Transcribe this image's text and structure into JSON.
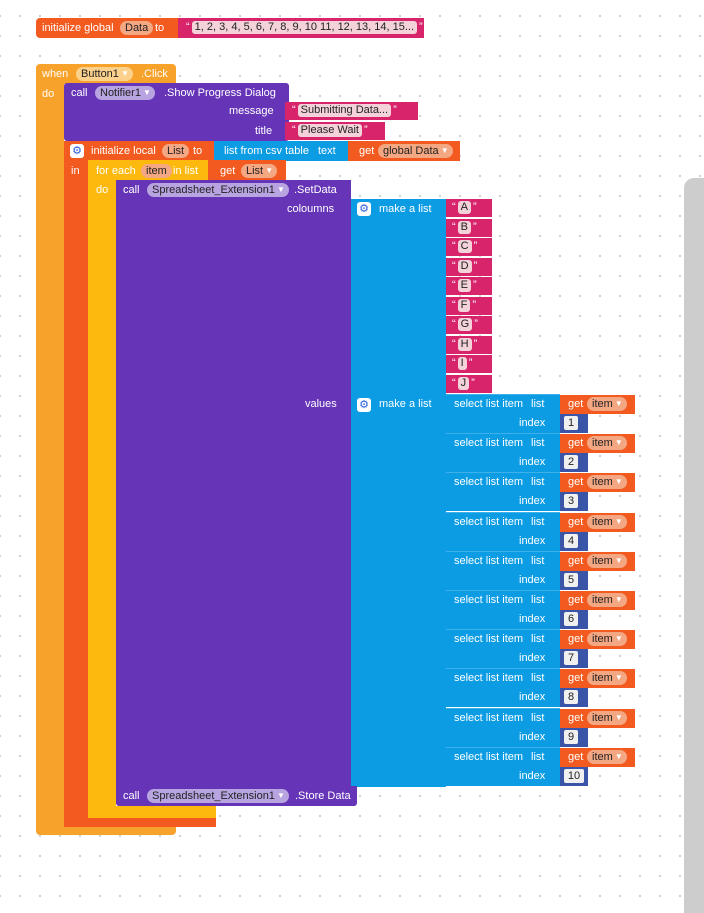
{
  "global_init": {
    "label": "initialize global",
    "var": "Data",
    "to": "to",
    "value": "1, 2, 3, 4, 5, 6, 7, 8, 9, 10 11, 12, 13, 14, 15..."
  },
  "event": {
    "when": "when",
    "component": "Button1",
    "event": ".Click",
    "do": "do"
  },
  "notifier": {
    "call": "call",
    "component": "Notifier1",
    "method": ".Show Progress Dialog",
    "message_label": "message",
    "message": "Submitting Data...",
    "title_label": "title",
    "title": "Please Wait"
  },
  "local_init": {
    "label": "initialize local",
    "var": "List",
    "to": "to",
    "in": "in",
    "csv": "list from csv table",
    "text": "text",
    "get": "get",
    "global_var": "global Data"
  },
  "foreach": {
    "label": "for each",
    "var": "item",
    "in_list": "in list",
    "do": "do",
    "get": "get",
    "list_var": "List"
  },
  "setdata": {
    "call": "call",
    "component": "Spreadsheet_Extension1",
    "method": ".SetData",
    "columns_label": "coloumns",
    "values_label": "values",
    "make_list": "make a list",
    "columns": [
      "A",
      "B",
      "C",
      "D",
      "E",
      "F",
      "G",
      "H",
      "I",
      "J"
    ]
  },
  "select": {
    "label": "select list item",
    "list": "list",
    "index": "index",
    "get": "get",
    "item": "item",
    "indices": [
      "1",
      "2",
      "3",
      "4",
      "5",
      "6",
      "7",
      "8",
      "9",
      "10"
    ]
  },
  "store": {
    "call": "call",
    "component": "Spreadsheet_Extension1",
    "method": ".Store Data"
  },
  "colors": {
    "orange": "#f7a22a",
    "deep_orange": "#f25a1f",
    "purple": "#6534b7",
    "magenta": "#d8246b",
    "cyan": "#0c9ce3",
    "yellow": "#fdb90d",
    "dark_orange": "#e8662a"
  }
}
